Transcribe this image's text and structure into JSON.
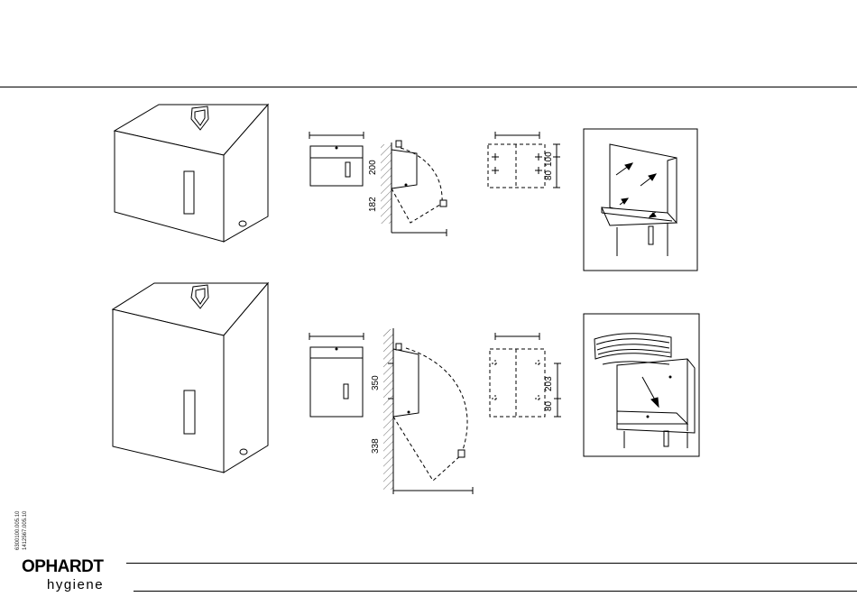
{
  "dimensions": {
    "small": {
      "height_upper": "200",
      "height_lower": "182",
      "hole_spacing_upper": "100",
      "hole_spacing_lower": "80"
    },
    "large": {
      "height_upper": "350",
      "height_lower": "338",
      "hole_spacing_upper": "203",
      "hole_spacing_lower": "80"
    }
  },
  "footer": {
    "codes": [
      "6300100.005.10",
      "1412567.005.10"
    ],
    "brand_main": "OPHARDT",
    "brand_sub": "hygiene"
  }
}
